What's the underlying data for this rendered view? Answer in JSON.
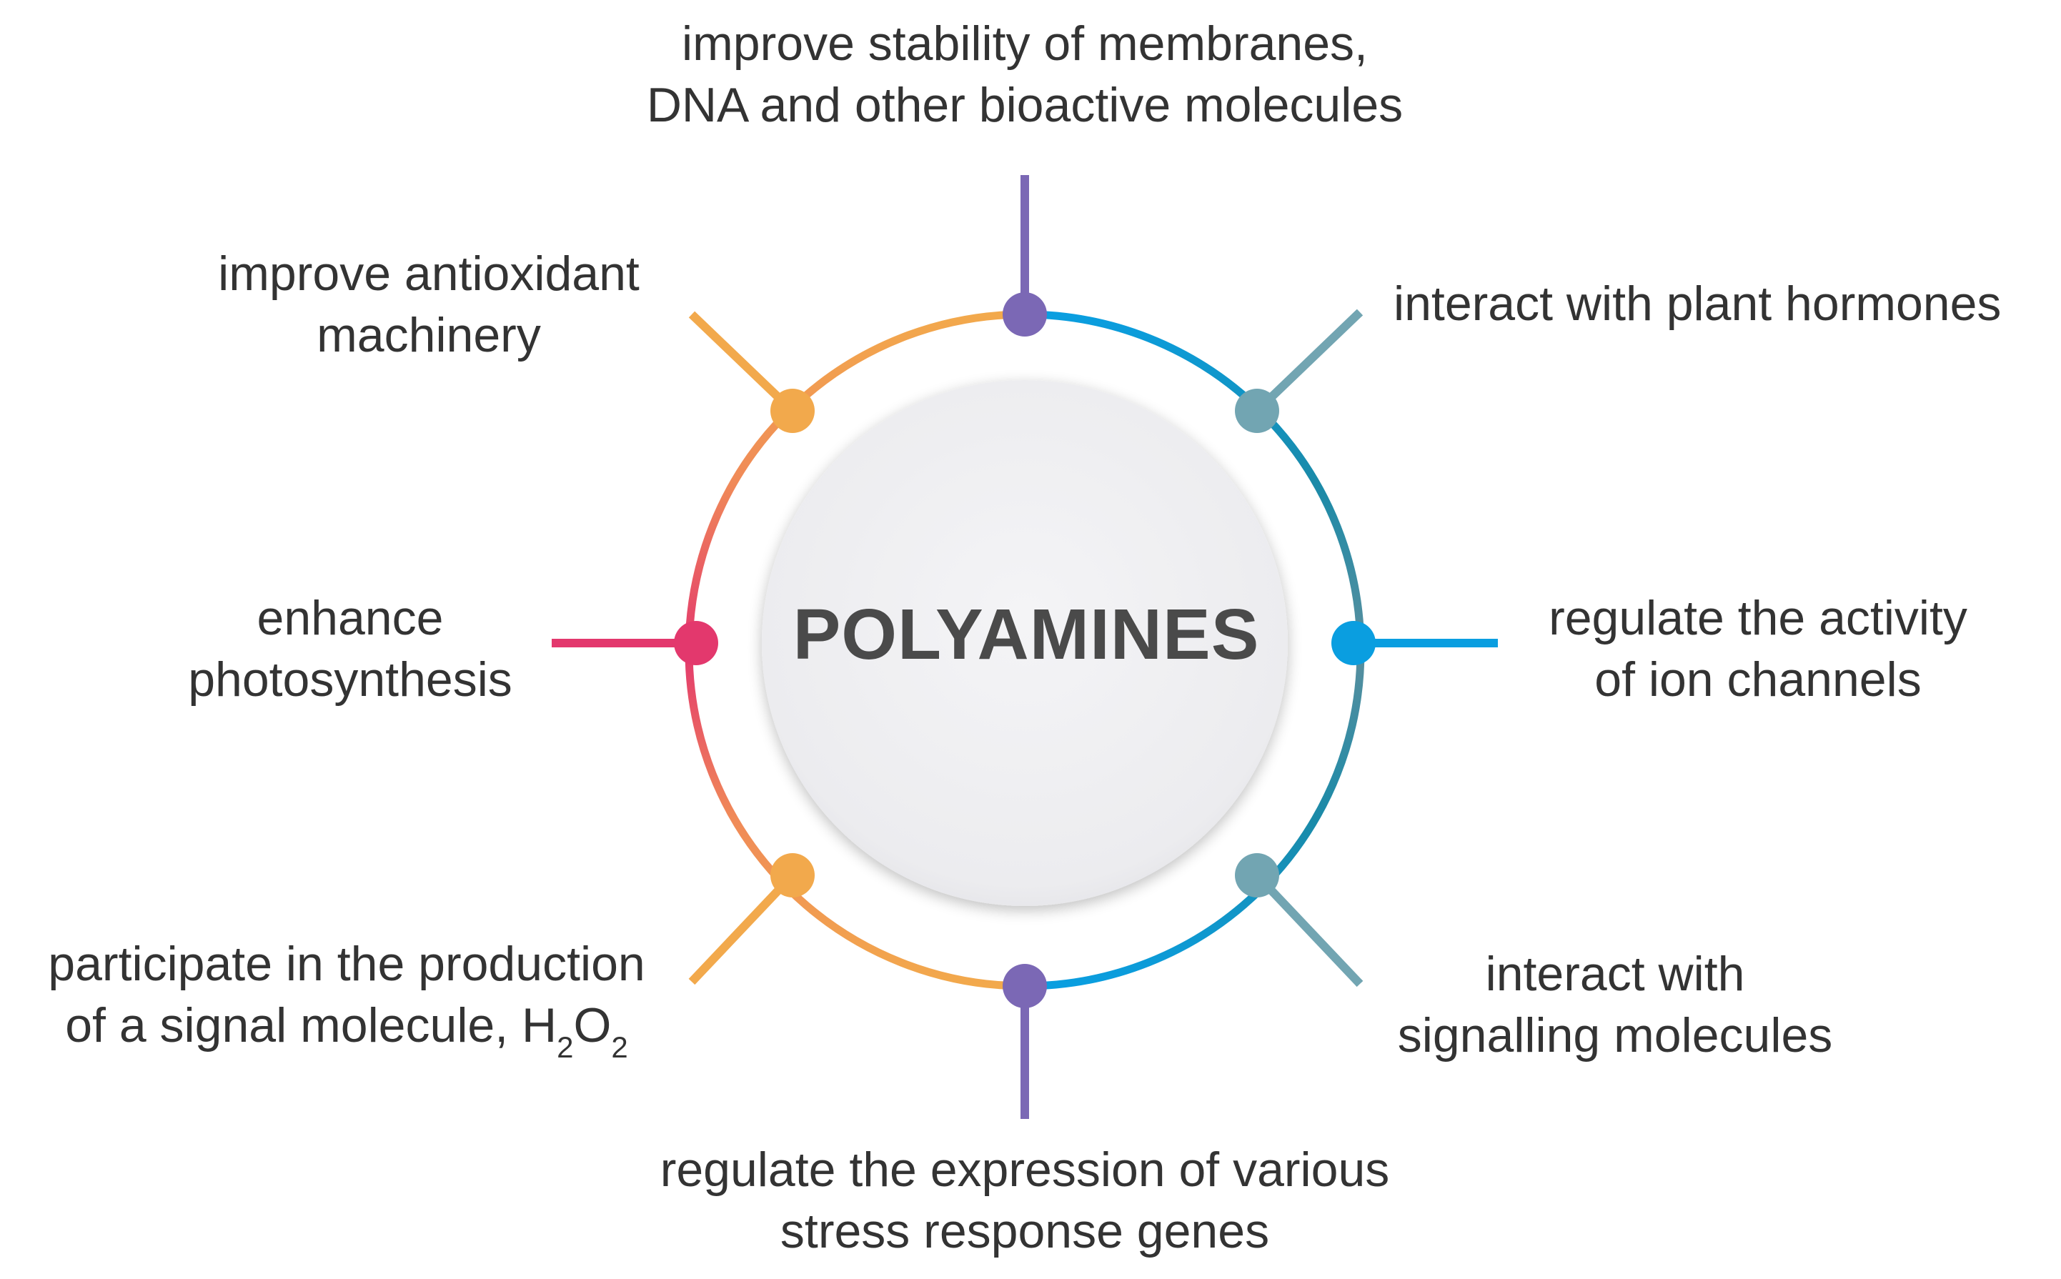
{
  "center": {
    "title": "POLYAMINES"
  },
  "colors": {
    "purple": "#7b68b5",
    "steel": "#72a5b2",
    "blue": "#0a9ee0",
    "orange": "#f2a94c",
    "pink": "#e3386d",
    "center_fill": "#f1f1f3"
  },
  "items": {
    "top": {
      "line1": "improve stability of membranes,",
      "line2": "DNA and other bioactive molecules"
    },
    "top_right": {
      "line1": "interact with plant hormones"
    },
    "right": {
      "line1": "regulate the activity",
      "line2": "of ion channels"
    },
    "bottom_right": {
      "line1": "interact with",
      "line2": "signalling molecules"
    },
    "bottom": {
      "line1": "regulate the expression of various",
      "line2": "stress response genes"
    },
    "bottom_left": {
      "line1": "participate in the production",
      "line2_text": "of a signal molecule, H",
      "sub1": "2",
      "mid": "O",
      "sub2": "2"
    },
    "left": {
      "line1": "enhance",
      "line2": "photosynthesis"
    },
    "top_left": {
      "line1": "improve antioxidant",
      "line2": "machinery"
    }
  }
}
